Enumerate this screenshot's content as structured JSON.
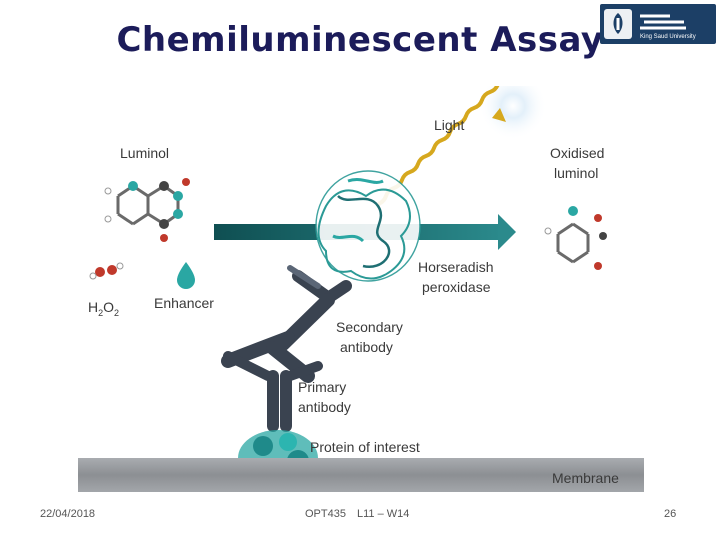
{
  "slide": {
    "title": "Chemiluminescent Assay",
    "logo_text": "King Saud University"
  },
  "figure": {
    "labels": {
      "light": "Light",
      "luminol": "Luminol",
      "oxidised_line1": "Oxidised",
      "oxidised_line2": "luminol",
      "h2o2_main": "H",
      "h2o2_sub1": "2",
      "h2o2_o": "O",
      "h2o2_sub2": "2",
      "enhancer": "Enhancer",
      "hrp_line1": "Horseradish",
      "hrp_line2": "peroxidase",
      "secondary_line1": "Secondary",
      "secondary_line2": "antibody",
      "primary_line1": "Primary",
      "primary_line2": "antibody",
      "protein": "Protein of interest",
      "membrane": "Membrane"
    },
    "colors": {
      "arrow": "#1f6f73",
      "antibody": "#3a4350",
      "protein": "#2aa7a3",
      "membrane": "#8c8f93",
      "light_ray": "#d6a81e"
    }
  },
  "footer": {
    "date": "22/04/2018",
    "course": "OPT435",
    "lecture": "L11 –  W14",
    "page": "26"
  }
}
